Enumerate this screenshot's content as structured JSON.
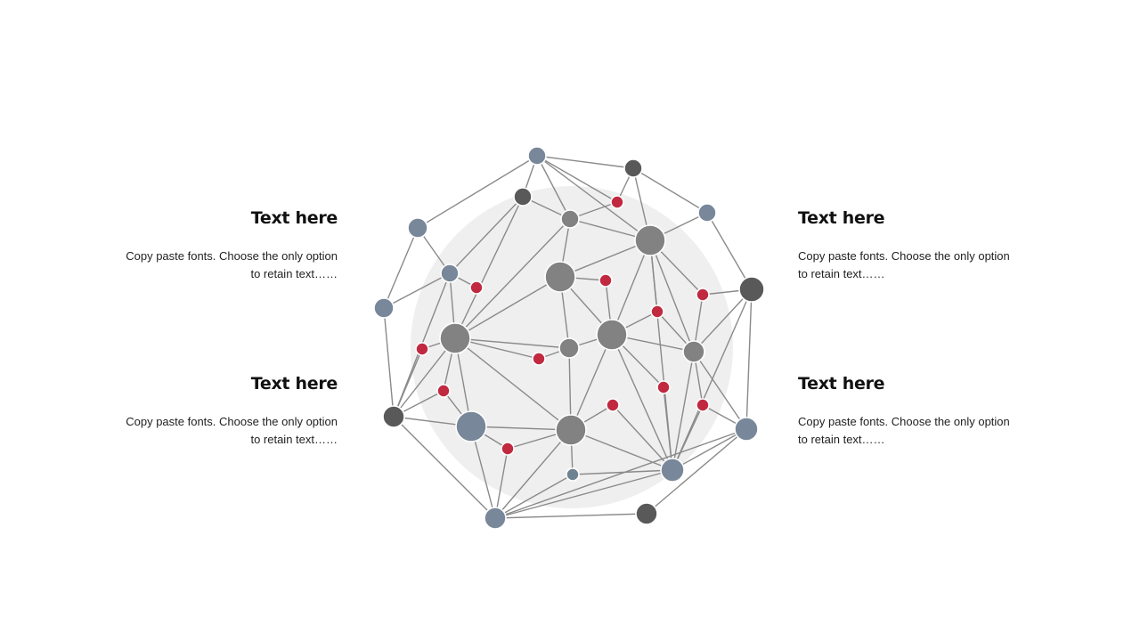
{
  "blocks": [
    {
      "title": "Text here",
      "body": "Copy paste fonts. Choose the only option to retain text……"
    },
    {
      "title": "Text here",
      "body": "Copy paste fonts. Choose the only option to retain text……"
    },
    {
      "title": "Text here",
      "body": "Copy paste fonts. Choose the only option to retain text……"
    },
    {
      "title": "Text here",
      "body": "Copy paste fonts. Choose the only option to retain text……"
    }
  ],
  "colors": {
    "background_disc": "#efefef",
    "edge": "#8a8a8a",
    "node_gray": "#828282",
    "node_slate": "#788799",
    "node_dark": "#595959",
    "node_red": "#c0293f",
    "node_teal": "#6e8391"
  }
}
